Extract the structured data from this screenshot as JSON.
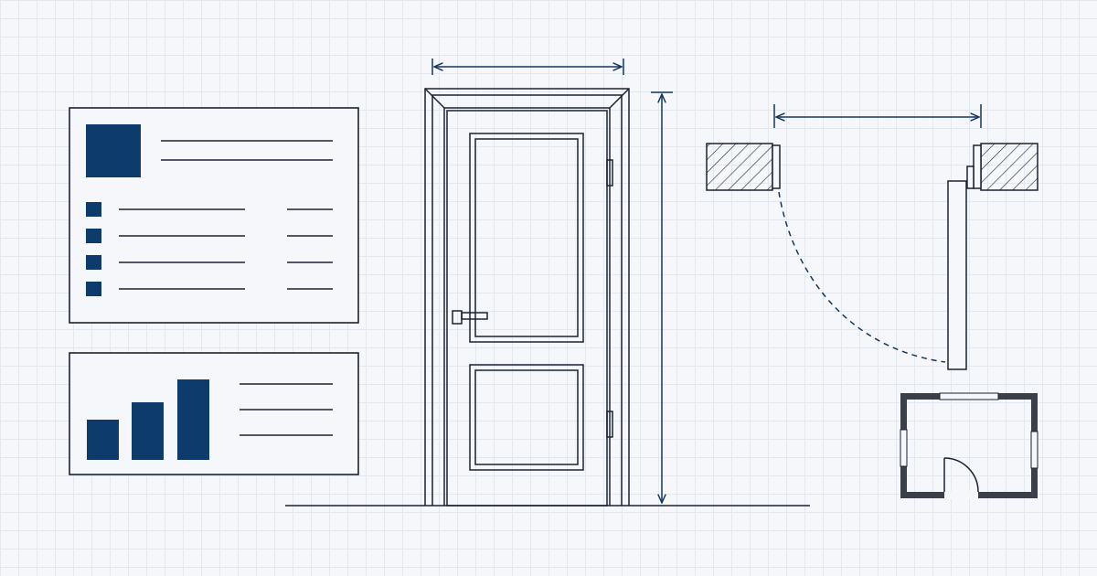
{
  "colors": {
    "ink": "#1c2233",
    "accent": "#0d3b6b",
    "dimension": "#14365f",
    "wall_fill": "#3a3f4a",
    "grid": "#e3e8ef",
    "background": "#f5f7fa"
  },
  "spec_card": {
    "header_icon": "square-block",
    "bullet_rows": 4
  },
  "chart_card": {
    "icon": "bar-chart-icon",
    "bar_levels": [
      0.5,
      0.7,
      1.0
    ],
    "text_lines": 3
  }
}
